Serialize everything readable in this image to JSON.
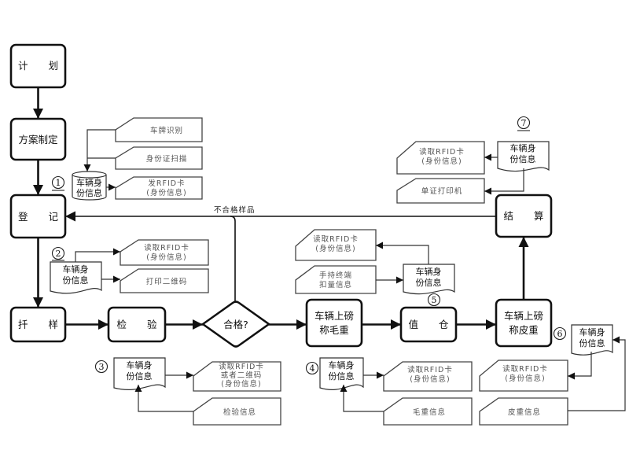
{
  "main_flow": {
    "plan": "计 划",
    "scheme": "方案制定",
    "register": "登 记",
    "sampling": "扦 样",
    "inspection": "检 验",
    "decision": "合格?",
    "gross_weigh": [
      "车辆上磅",
      "称毛重"
    ],
    "unload": "值 仓",
    "tare_weigh": [
      "车辆上磅",
      "称皮重"
    ],
    "settlement": "结 算",
    "reject_label": "不合格样品"
  },
  "vehicle_id_info": [
    "车辆身",
    "份信息"
  ],
  "info_groups": [
    {
      "marker": "1",
      "cards": [
        [
          "车牌识别"
        ],
        [
          "身份证扫描"
        ],
        [
          "发RFID卡",
          "(身份信息)"
        ]
      ]
    },
    {
      "marker": "2",
      "cards": [
        [
          "读取RFID卡",
          "(身份信息)"
        ],
        [
          "打印二维码"
        ]
      ]
    },
    {
      "marker": "3",
      "cards": [
        [
          "读取RFID卡",
          "或者二维码",
          "(身份信息)"
        ],
        [
          "检验信息"
        ]
      ]
    },
    {
      "marker": "4",
      "cards": [
        [
          "读取RFID卡",
          "(身份信息)"
        ],
        [
          "毛重信息"
        ]
      ]
    },
    {
      "marker": "5",
      "cards": [
        [
          "读取RFID卡",
          "(身份信息)"
        ],
        [
          "手持终端",
          "扣量信息"
        ]
      ]
    },
    {
      "marker": "6",
      "cards": [
        [
          "读取RFID卡",
          "(身份信息)"
        ],
        [
          "皮重信息"
        ]
      ]
    },
    {
      "marker": "7",
      "cards": [
        [
          "读取RFID卡",
          "(身份信息)"
        ],
        [
          "单证打印机"
        ]
      ]
    }
  ]
}
